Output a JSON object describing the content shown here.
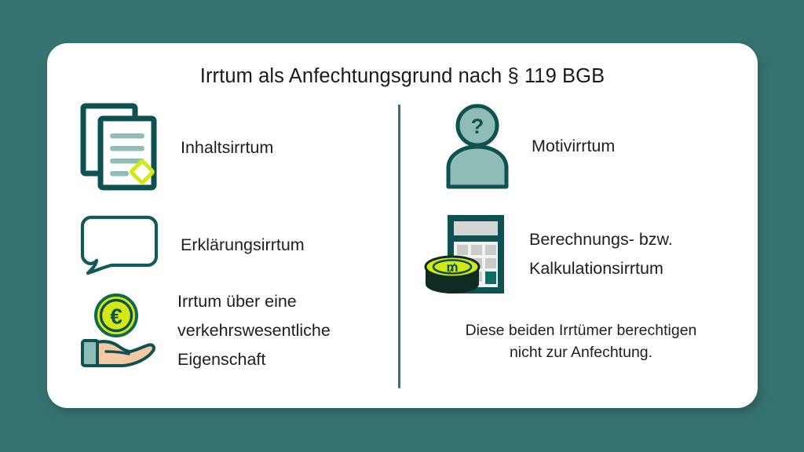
{
  "title": "Irrtum als Anfechtungsgrund nach § 119 BGB",
  "colors": {
    "background": "#357370",
    "card": "#ffffff",
    "teal": "#0d5251",
    "sage": "#8fbdb6",
    "lime": "#d4e814",
    "skin": "#f6c9a4",
    "gray": "#c9cbc9",
    "text": "#1e1e1e"
  },
  "left_column": {
    "items": [
      {
        "icon": "documents-icon",
        "label": "Inhaltsirrtum"
      },
      {
        "icon": "speech-bubble-icon",
        "label": "Erklärungsirrtum"
      },
      {
        "icon": "hand-with-euro-coin-icon",
        "label": "Irrtum über eine\nverkehrswesentliche\nEigenschaft"
      }
    ]
  },
  "right_column": {
    "items": [
      {
        "icon": "person-question-icon",
        "label": "Motivirrtum"
      },
      {
        "icon": "calculator-with-coins-icon",
        "label": "Berechnungs- bzw.\nKalkulationsirrtum"
      }
    ],
    "footnote": "Diese beiden Irrtümer berechtigen\nnicht zur Anfechtung."
  }
}
